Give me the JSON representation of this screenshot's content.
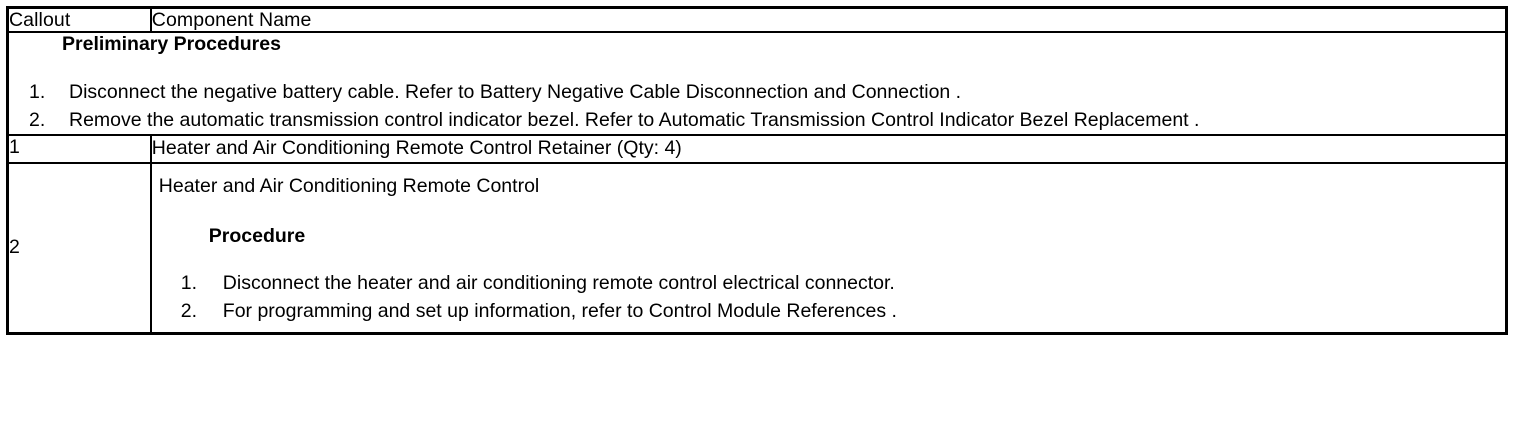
{
  "table": {
    "headers": {
      "callout": "Callout",
      "component_name": "Component Name"
    },
    "preliminary": {
      "title": "Preliminary Procedures",
      "steps": [
        {
          "number": "1.",
          "text": "Disconnect the negative battery cable. Refer to Battery Negative Cable Disconnection and Connection ."
        },
        {
          "number": "2.",
          "text": "Remove the automatic transmission control indicator bezel. Refer to Automatic Transmission Control Indicator Bezel Replacement ."
        }
      ]
    },
    "rows": [
      {
        "callout": "1",
        "name": "Heater and Air Conditioning Remote Control Retainer (Qty: 4)"
      },
      {
        "callout": "2",
        "name": "Heater and Air Conditioning Remote Control",
        "procedure_title": "Procedure",
        "procedure_steps": [
          {
            "number": "1.",
            "text": "Disconnect the heater and air conditioning remote control electrical connector."
          },
          {
            "number": "2.",
            "text": "For programming and set up information, refer to Control Module References ."
          }
        ]
      }
    ]
  }
}
